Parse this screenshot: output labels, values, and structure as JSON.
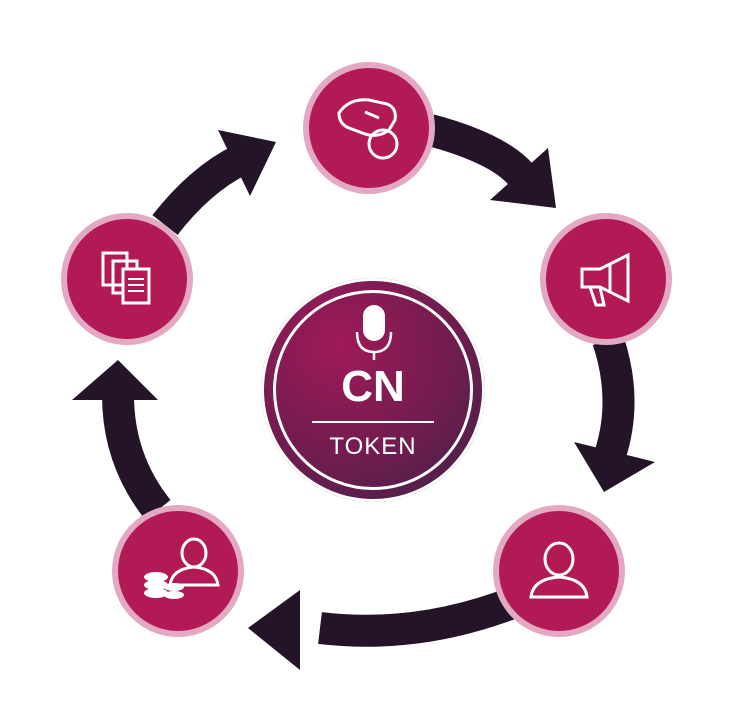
{
  "center": {
    "title": "CN",
    "subtitle": "TOKEN",
    "icon": "microphone-icon"
  },
  "nodes": [
    {
      "id": "top",
      "icon": "hand-coin-icon"
    },
    {
      "id": "right-upper",
      "icon": "megaphone-icon"
    },
    {
      "id": "right-lower",
      "icon": "user-icon"
    },
    {
      "id": "left-lower",
      "icon": "user-coins-icon"
    },
    {
      "id": "left-upper",
      "icon": "documents-icon"
    }
  ],
  "colors": {
    "node_fill": "#b11a55",
    "node_ring": "#e3a9c2",
    "arrow": "#231428",
    "center_start": "#a0195a",
    "center_end": "#3b2147"
  }
}
